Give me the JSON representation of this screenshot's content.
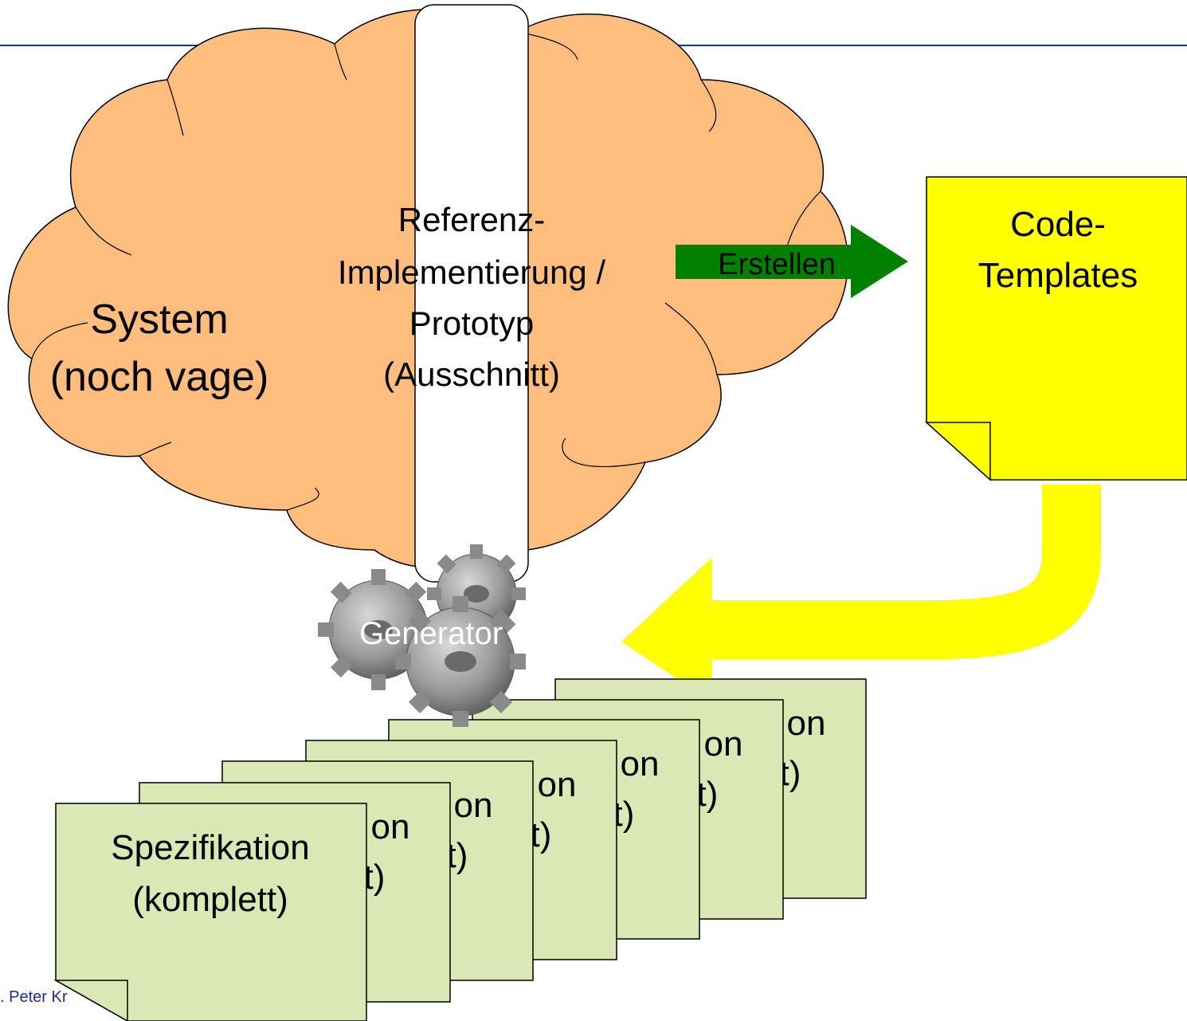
{
  "cloud": {
    "line1": "System",
    "line2": "(noch vage)"
  },
  "reference": {
    "line1": "Referenz-",
    "line2": "Implementierung /",
    "line3": "Prototyp",
    "line4": "(Ausschnitt)"
  },
  "create_arrow": {
    "label": "Erstellen"
  },
  "templates": {
    "line1": "Code-",
    "line2": "Templates"
  },
  "generator": {
    "label": "Generator"
  },
  "spec_stack": {
    "count": 7,
    "front_line1": "Spezifikation",
    "front_line2": "(komplett)",
    "back_fragments": [
      {
        "line1": "on",
        "line2": "t)"
      },
      {
        "line1": "on",
        "line2": "t)"
      },
      {
        "line1": "on",
        "line2": "t)"
      },
      {
        "line1": "on",
        "line2": "t)"
      },
      {
        "line1": "on",
        "line2": "t)"
      },
      {
        "line1": "on",
        "line2": "t)"
      }
    ]
  },
  "footer": {
    "text": ". Peter Kr"
  },
  "colors": {
    "cloud_fill": "#FFBE7D",
    "spec_fill": "#D9E8B5",
    "template_fill": "#FFFF00",
    "create_arrow": "#008000",
    "flow_arrow": "#FFFF00",
    "header_line": "#1F2F88"
  }
}
